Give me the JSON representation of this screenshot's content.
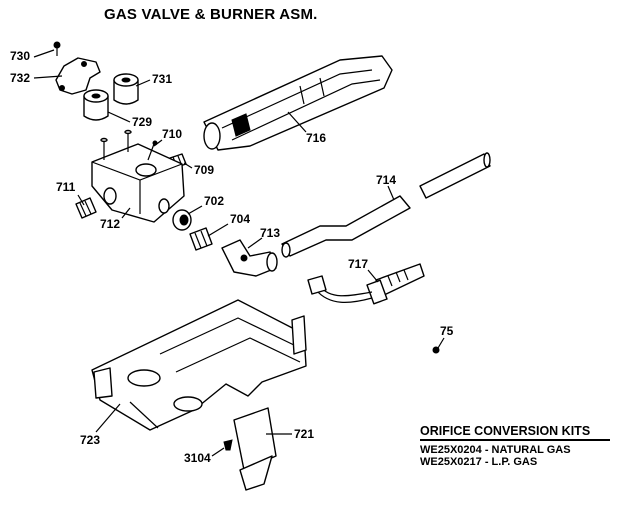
{
  "title": "GAS VALVE & BURNER ASM.",
  "parts": {
    "p730": "730",
    "p732": "732",
    "p731": "731",
    "p729": "729",
    "p710": "710",
    "p709": "709",
    "p716": "716",
    "p711": "711",
    "p712": "712",
    "p702": "702",
    "p704": "704",
    "p713": "713",
    "p714": "714",
    "p717": "717",
    "p75": "75",
    "p723": "723",
    "p721": "721",
    "p3104": "3104"
  },
  "kits": {
    "heading": "ORIFICE CONVERSION KITS",
    "rows": [
      "WE25X0204 - NATURAL GAS",
      "WE25X0217 - L.P. GAS"
    ]
  }
}
